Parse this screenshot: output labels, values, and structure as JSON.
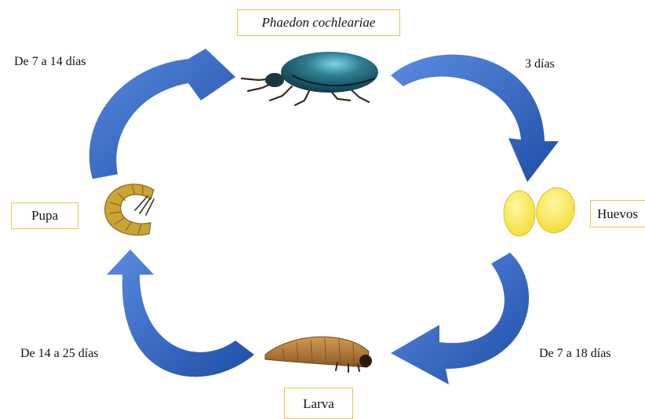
{
  "title": "Phaedon cochleariae",
  "stages": {
    "pupa": "Pupa",
    "huevos": "Huevos",
    "larva": "Larva"
  },
  "durations": {
    "pupa_to_adult": "De 7 a 14 días",
    "adult_to_eggs": "3 días",
    "larva_to_pupa": "De 14 a 25 días",
    "eggs_to_larva": "De 7 a 18 días"
  },
  "icons": {
    "adult": "beetle-icon",
    "eggs": "eggs-icon",
    "larva": "larva-icon",
    "pupa": "pupa-icon"
  },
  "colors": {
    "arrow": "#2d5fb4",
    "box_border": "#f2c14a",
    "beetle": "#1d5a6a",
    "egg": "#f7ea55",
    "larva": "#b07a3a",
    "pupa": "#c9a437"
  }
}
